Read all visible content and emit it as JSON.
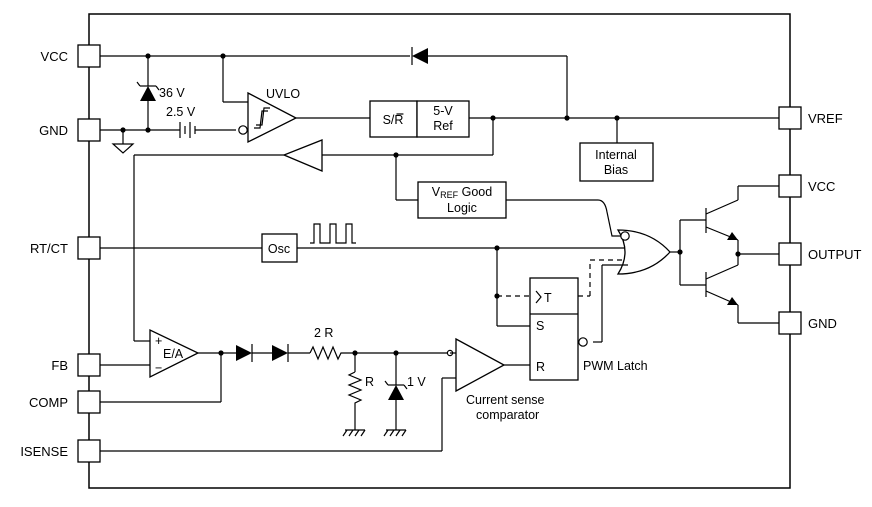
{
  "pins_left": [
    {
      "label": "VCC"
    },
    {
      "label": "GND"
    },
    {
      "label": "RT/CT"
    },
    {
      "label": "FB"
    },
    {
      "label": "COMP"
    },
    {
      "label": "ISENSE"
    }
  ],
  "pins_right": [
    {
      "label": "VREF"
    },
    {
      "label": "VCC"
    },
    {
      "label": "OUTPUT"
    },
    {
      "label": "GND"
    }
  ],
  "blocks": {
    "uvlo": "UVLO",
    "sr": "S/R",
    "ref_line1": "5-V",
    "ref_line2": "Ref",
    "bias_line1": "Internal",
    "bias_line2": "Bias",
    "vref_good_v": "V",
    "vref_good_sub": "REF",
    "vref_good_rest": " Good",
    "vref_good_line2": "Logic",
    "osc": "Osc",
    "ea": "E/A",
    "ea_plus": "+",
    "ea_minus": "−",
    "latch_t": "T",
    "latch_s": "S",
    "latch_r": "R",
    "pwm_latch": "PWM Latch",
    "cs_line1": "Current sense",
    "cs_line2": "comparator"
  },
  "components": {
    "zener_36": "36 V",
    "battery_25": "2.5 V",
    "res_2r": "2 R",
    "res_r": "R",
    "zener_1v": "1 V"
  }
}
